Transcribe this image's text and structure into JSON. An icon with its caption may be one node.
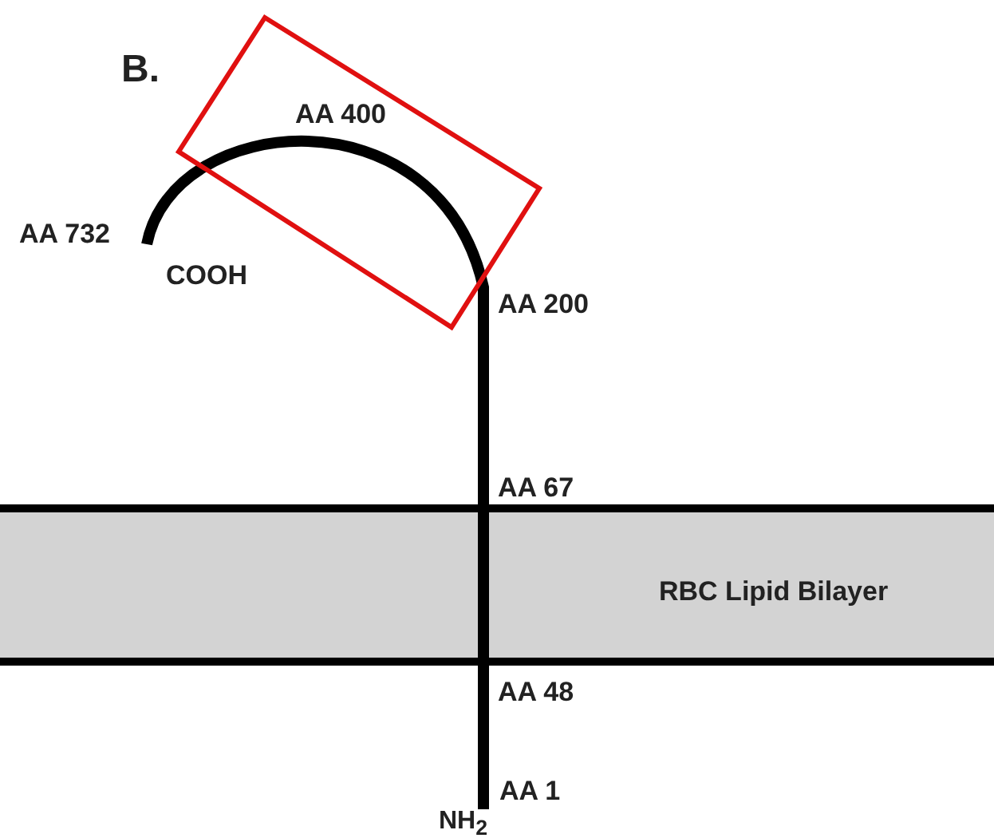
{
  "diagram": {
    "nodes": [
      {
        "text": [
          "RBC Lipid Bilayer"
        ]
      }
    ],
    "labels": [
      "B.",
      "AA 400",
      "AA 732",
      "COOH",
      "AA 200",
      "AA 67",
      "AA 48",
      "AA 1",
      "NH$_{2}$"
    ]
  }
}
